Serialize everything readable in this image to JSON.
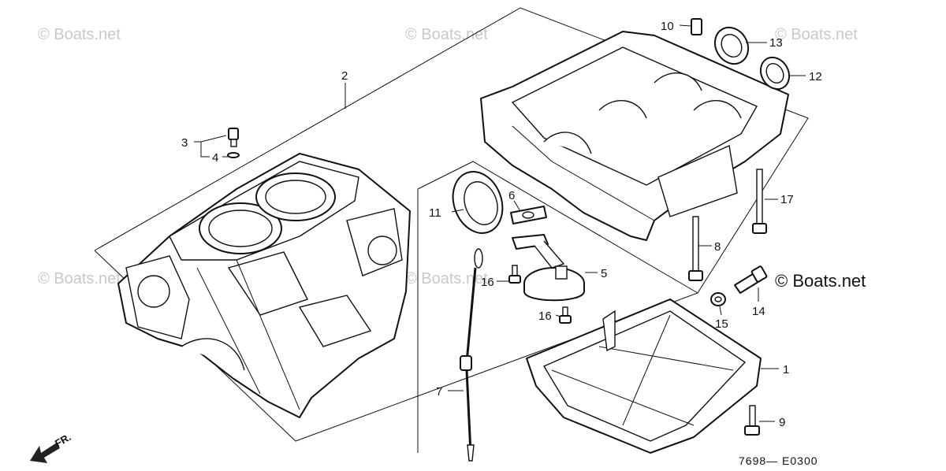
{
  "watermarks": {
    "top_left": "© Boats.net",
    "top_center": "© Boats.net",
    "top_right": "© Boats.net",
    "mid_left": "© Boats.net",
    "mid_center": "© Boats.net",
    "mid_right": "© Boats.net"
  },
  "callouts": {
    "c1": "1",
    "c2": "2",
    "c3": "3",
    "c4": "4",
    "c5": "5",
    "c6": "6",
    "c7": "7",
    "c8": "8",
    "c9": "9",
    "c10": "10",
    "c11": "11",
    "c12": "12",
    "c13": "13",
    "c14": "14",
    "c15": "15",
    "c16a": "16",
    "c16b": "16",
    "c17": "17"
  },
  "diagram_code": "7698— E0300",
  "direction_label": "FR."
}
